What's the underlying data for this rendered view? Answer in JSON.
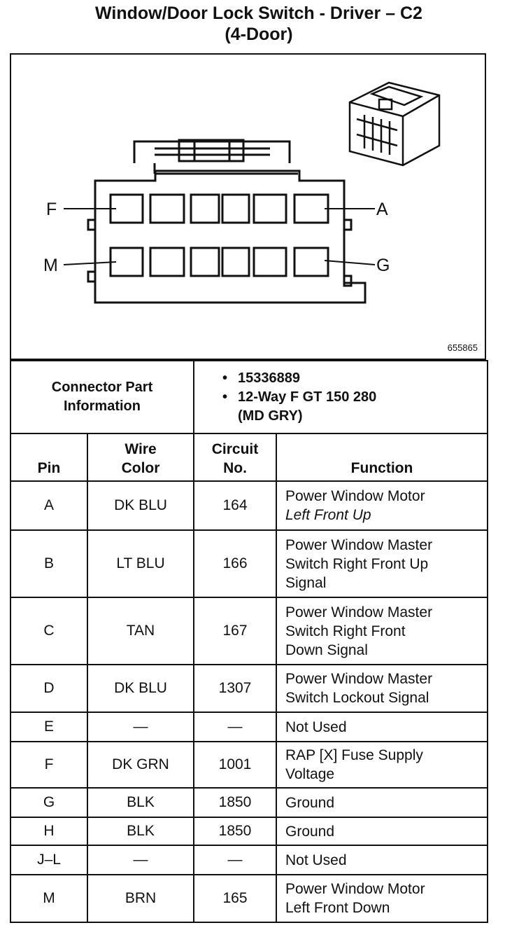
{
  "title": {
    "line1": "Window/Door Lock Switch - Driver – C2",
    "line2": "(4-Door)"
  },
  "diagram": {
    "part_code": "655865",
    "labels": {
      "f": "F",
      "a": "A",
      "m": "M",
      "g": "G"
    }
  },
  "connector": {
    "label_line1": "Connector Part",
    "label_line2": "Information",
    "part_number": "15336889",
    "description_line1": "12-Way F GT 150 280",
    "description_line2": "(MD GRY)"
  },
  "table": {
    "headers": {
      "pin": "Pin",
      "wire_line1": "Wire",
      "wire_line2": "Color",
      "circuit_line1": "Circuit",
      "circuit_line2": "No.",
      "function": "Function"
    },
    "rows": [
      {
        "pin": "A",
        "color": "DK BLU",
        "circuit": "164",
        "function_line1": "Power Window Motor",
        "function_line2": "Left Front Up",
        "function_line3": ""
      },
      {
        "pin": "B",
        "color": "LT BLU",
        "circuit": "166",
        "function_line1": "Power Window Master",
        "function_line2": "Switch Right Front Up",
        "function_line3": "Signal"
      },
      {
        "pin": "C",
        "color": "TAN",
        "circuit": "167",
        "function_line1": "Power Window Master",
        "function_line2": "Switch Right Front",
        "function_line3": "Down Signal"
      },
      {
        "pin": "D",
        "color": "DK BLU",
        "circuit": "1307",
        "function_line1": "Power Window Master",
        "function_line2": "Switch Lockout Signal",
        "function_line3": ""
      },
      {
        "pin": "E",
        "color": "—",
        "circuit": "—",
        "function_line1": "Not Used",
        "function_line2": "",
        "function_line3": ""
      },
      {
        "pin": "F",
        "color": "DK GRN",
        "circuit": "1001",
        "function_line1": "RAP [X] Fuse Supply",
        "function_line2": "Voltage",
        "function_line3": ""
      },
      {
        "pin": "G",
        "color": "BLK",
        "circuit": "1850",
        "function_line1": "Ground",
        "function_line2": "",
        "function_line3": ""
      },
      {
        "pin": "H",
        "color": "BLK",
        "circuit": "1850",
        "function_line1": "Ground",
        "function_line2": "",
        "function_line3": ""
      },
      {
        "pin": "J–L",
        "color": "—",
        "circuit": "—",
        "function_line1": "Not Used",
        "function_line2": "",
        "function_line3": ""
      },
      {
        "pin": "M",
        "color": "BRN",
        "circuit": "165",
        "function_line1": "Power Window Motor",
        "function_line2": "Left Front Down",
        "function_line3": ""
      }
    ]
  }
}
